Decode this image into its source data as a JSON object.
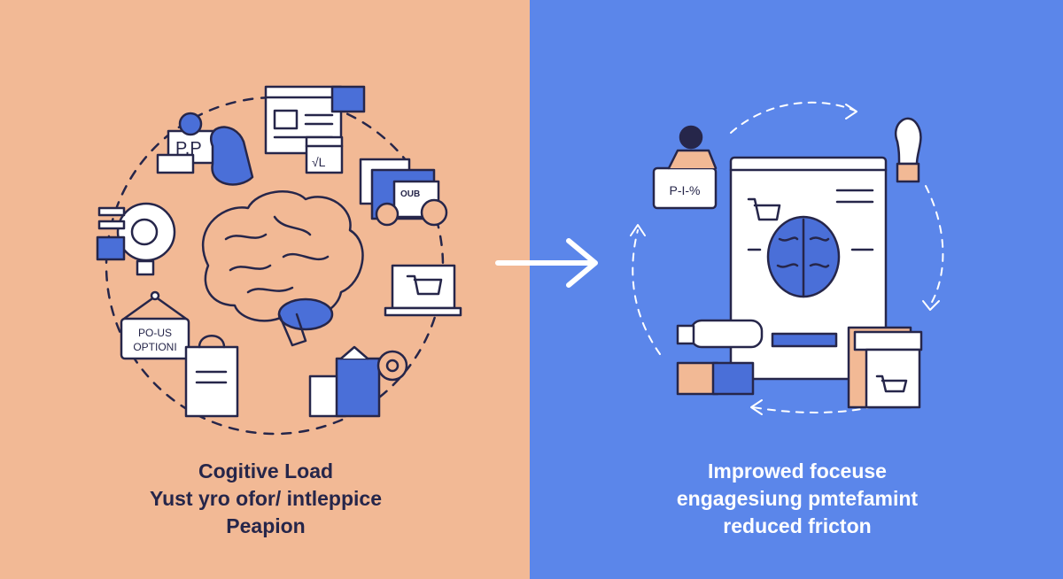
{
  "left_panel": {
    "caption": [
      "Cogitive Load",
      "Yust yro ofor/ intleppice",
      "Peapion"
    ],
    "labels": {
      "sign": "P.P",
      "card": "OUB",
      "hanger_line1": "PO-US",
      "hanger_line2": "OPTIONI",
      "check": "√L"
    },
    "background": "#f2b995"
  },
  "right_panel": {
    "caption": [
      "Improwed foceuse",
      "engagesiung pmtefamint",
      "reduced fricton"
    ],
    "labels": {
      "bag": "P-I-%"
    },
    "background": "#5b86ea"
  },
  "colors": {
    "ink": "#26264a",
    "accent_blue": "#4a6fd8",
    "white": "#ffffff"
  }
}
